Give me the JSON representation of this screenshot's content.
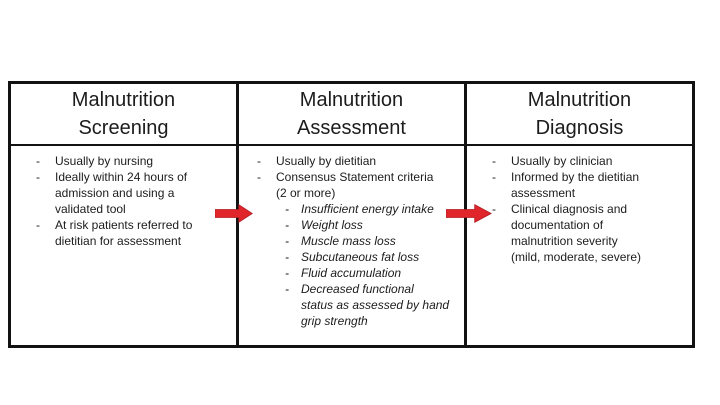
{
  "diagram": {
    "columns": [
      {
        "id": "screening",
        "title": "Malnutrition\nScreening",
        "items": [
          {
            "text": "Usually by nursing",
            "level": 1,
            "italic": false
          },
          {
            "text": "Ideally within 24 hours of\nadmission and using a\nvalidated tool",
            "level": 1,
            "italic": false
          },
          {
            "text": "At risk patients referred to\ndietitian for assessment",
            "level": 1,
            "italic": false
          }
        ]
      },
      {
        "id": "assessment",
        "title": "Malnutrition\nAssessment",
        "items": [
          {
            "text": "Usually by dietitian",
            "level": 1,
            "italic": false
          },
          {
            "text": "Consensus Statement criteria\n(2 or more)",
            "level": 1,
            "italic": false
          },
          {
            "text": "Insufficient energy intake",
            "level": 2,
            "italic": true
          },
          {
            "text": "Weight loss",
            "level": 2,
            "italic": true
          },
          {
            "text": "Muscle mass loss",
            "level": 2,
            "italic": true
          },
          {
            "text": "Subcutaneous fat loss",
            "level": 2,
            "italic": true
          },
          {
            "text": "Fluid accumulation",
            "level": 2,
            "italic": true
          },
          {
            "text": "Decreased functional\nstatus as assessed by hand\ngrip strength",
            "level": 2,
            "italic": true
          }
        ]
      },
      {
        "id": "diagnosis",
        "title": "Malnutrition\nDiagnosis",
        "items": [
          {
            "text": "Usually by clinician",
            "level": 1,
            "italic": false
          },
          {
            "text": "Informed by the dietitian\nassessment",
            "level": 1,
            "italic": false
          },
          {
            "text": "Clinical diagnosis and\ndocumentation of\nmalnutrition severity\n(mild, moderate, severe)",
            "level": 1,
            "italic": false
          }
        ]
      }
    ],
    "arrows": [
      {
        "from": "screening",
        "to": "assessment"
      },
      {
        "from": "assessment",
        "to": "diagnosis"
      }
    ]
  },
  "colors": {
    "arrow_red": "#e0252b",
    "border_black": "#121212",
    "text": "#1c1c1c",
    "background": "#ffffff"
  }
}
